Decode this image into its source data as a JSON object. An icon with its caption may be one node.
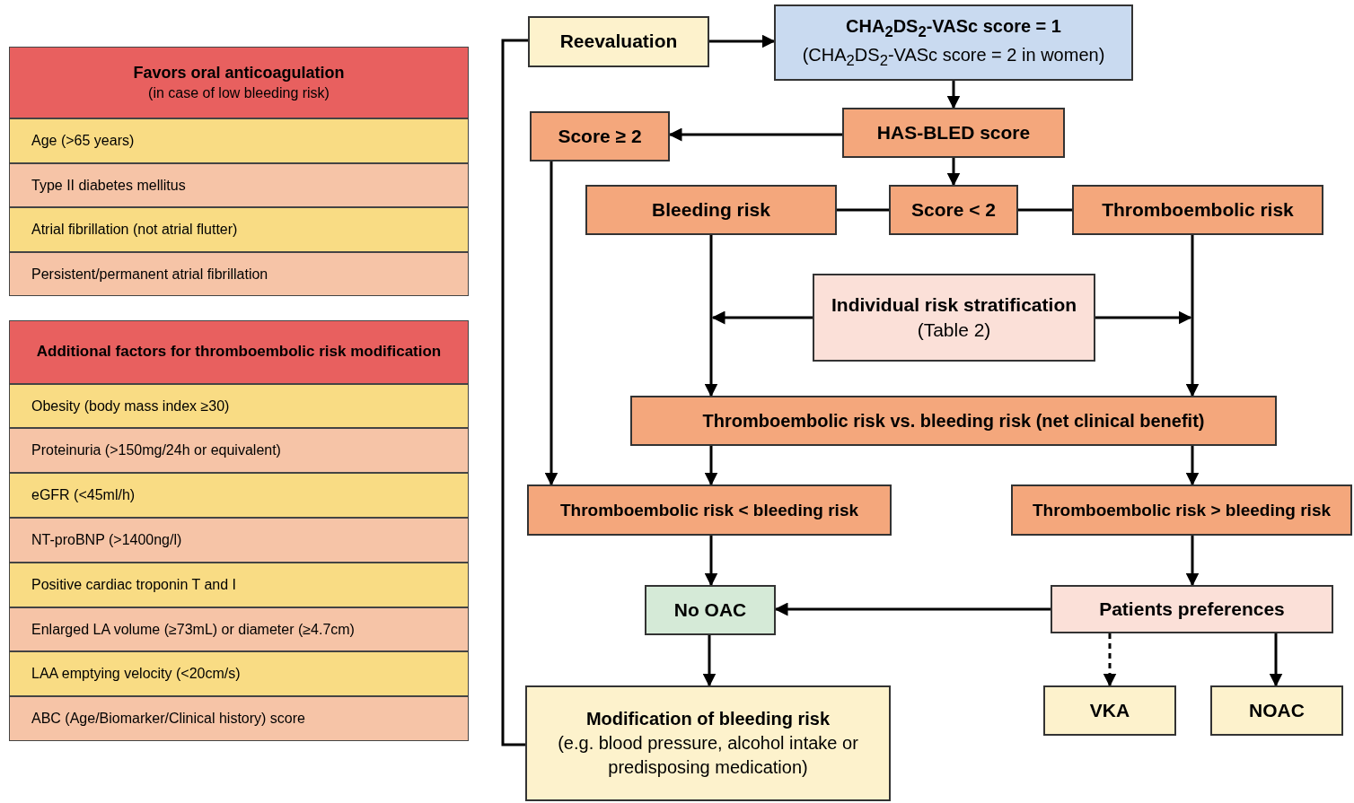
{
  "diagram": {
    "nodes": [
      {
        "text": [
          "Favors oral anticoagulation",
          "(in case of low bleeding risk)"
        ]
      },
      {
        "text": [
          "Age (>65 years)"
        ]
      },
      {
        "text": [
          "Type II diabetes mellitus"
        ]
      },
      {
        "text": [
          "Atrial fibrillation (not atrial flutter)"
        ]
      },
      {
        "text": [
          "Persistent/permanent atrial fibrillation"
        ]
      },
      {
        "text": [
          "Additional factors for thromboembolic risk modification"
        ]
      },
      {
        "text": [
          "Obesity (body mass index ≥30)"
        ]
      },
      {
        "text": [
          "Proteinuria (>150mg/24h or equivalent)"
        ]
      },
      {
        "text": [
          "eGFR (<45ml/h)"
        ]
      },
      {
        "text": [
          "NT-proBNP (>1400ng/l)"
        ]
      },
      {
        "text": [
          "Positive cardiac troponin T and I"
        ]
      },
      {
        "text": [
          "Enlarged LA volume (≥73mL) or diameter (≥4.7cm)"
        ]
      },
      {
        "text": [
          "LAA emptying velocity (<20cm/s)"
        ]
      },
      {
        "text": [
          "ABC (Age/Biomarker/Clinical history) score"
        ]
      },
      {
        "text": [
          "Reevaluation"
        ]
      },
      {
        "text": [
          "CHA$_{2}$DS$_{2}$-VASc score = 1",
          "(CHA$_{2}$DS$_{2}$-VASc score = 2 in women)"
        ]
      },
      {
        "text": [
          "Score ≥ 2"
        ]
      },
      {
        "text": [
          "HAS-BLED score"
        ]
      },
      {
        "text": [
          "Bleeding risk"
        ]
      },
      {
        "text": [
          "Score < 2"
        ]
      },
      {
        "text": [
          "Thromboembolic risk"
        ]
      },
      {
        "text": [
          "Individual risk stratification",
          "(Table 2)"
        ]
      },
      {
        "text": [
          "Thromboembolic risk vs. bleeding risk (net clinical benefit)"
        ]
      },
      {
        "text": [
          "Thromboembolic risk < bleeding risk"
        ]
      },
      {
        "text": [
          "Thromboembolic risk > bleeding risk"
        ]
      },
      {
        "text": [
          "No OAC"
        ]
      },
      {
        "text": [
          "Patients preferences"
        ]
      },
      {
        "text": [
          "VKA"
        ]
      },
      {
        "text": [
          "NOAC"
        ]
      },
      {
        "text": [
          "Modification of bleeding risk",
          "(e.g. blood pressure, alcohol intake or predisposing medication)"
        ]
      }
    ],
    "edges": [
      {
        "from": 14,
        "to": 15,
        "arrow": "to"
      },
      {
        "from": 15,
        "to": 17,
        "arrow": "to"
      },
      {
        "from": 17,
        "to": 16,
        "arrow": "to"
      },
      {
        "from": 17,
        "to": 19,
        "arrow": "to"
      },
      {
        "from": 19,
        "to": 18,
        "arrow": "none"
      },
      {
        "from": 19,
        "to": 20,
        "arrow": "none"
      },
      {
        "from": 21,
        "to": null,
        "arrow": "to"
      },
      {
        "from": 21,
        "to": null,
        "arrow": "to"
      },
      {
        "from": 18,
        "to": 22,
        "arrow": "to"
      },
      {
        "from": 20,
        "to": 22,
        "arrow": "to"
      },
      {
        "from": 16,
        "to": 23,
        "arrow": "to"
      },
      {
        "from": 22,
        "to": 23,
        "arrow": "to"
      },
      {
        "from": 22,
        "to": 24,
        "arrow": "to"
      },
      {
        "from": 23,
        "to": 25,
        "arrow": "to"
      },
      {
        "from": 24,
        "to": 26,
        "arrow": "to"
      },
      {
        "from": 26,
        "to": 25,
        "arrow": "to"
      },
      {
        "from": 26,
        "to": 27,
        "arrow": "to",
        "style": "dashed"
      },
      {
        "from": 26,
        "to": 28,
        "arrow": "to"
      },
      {
        "from": 25,
        "to": 29,
        "arrow": "to"
      },
      {
        "from": 29,
        "to": 14,
        "arrow": "none"
      }
    ]
  }
}
